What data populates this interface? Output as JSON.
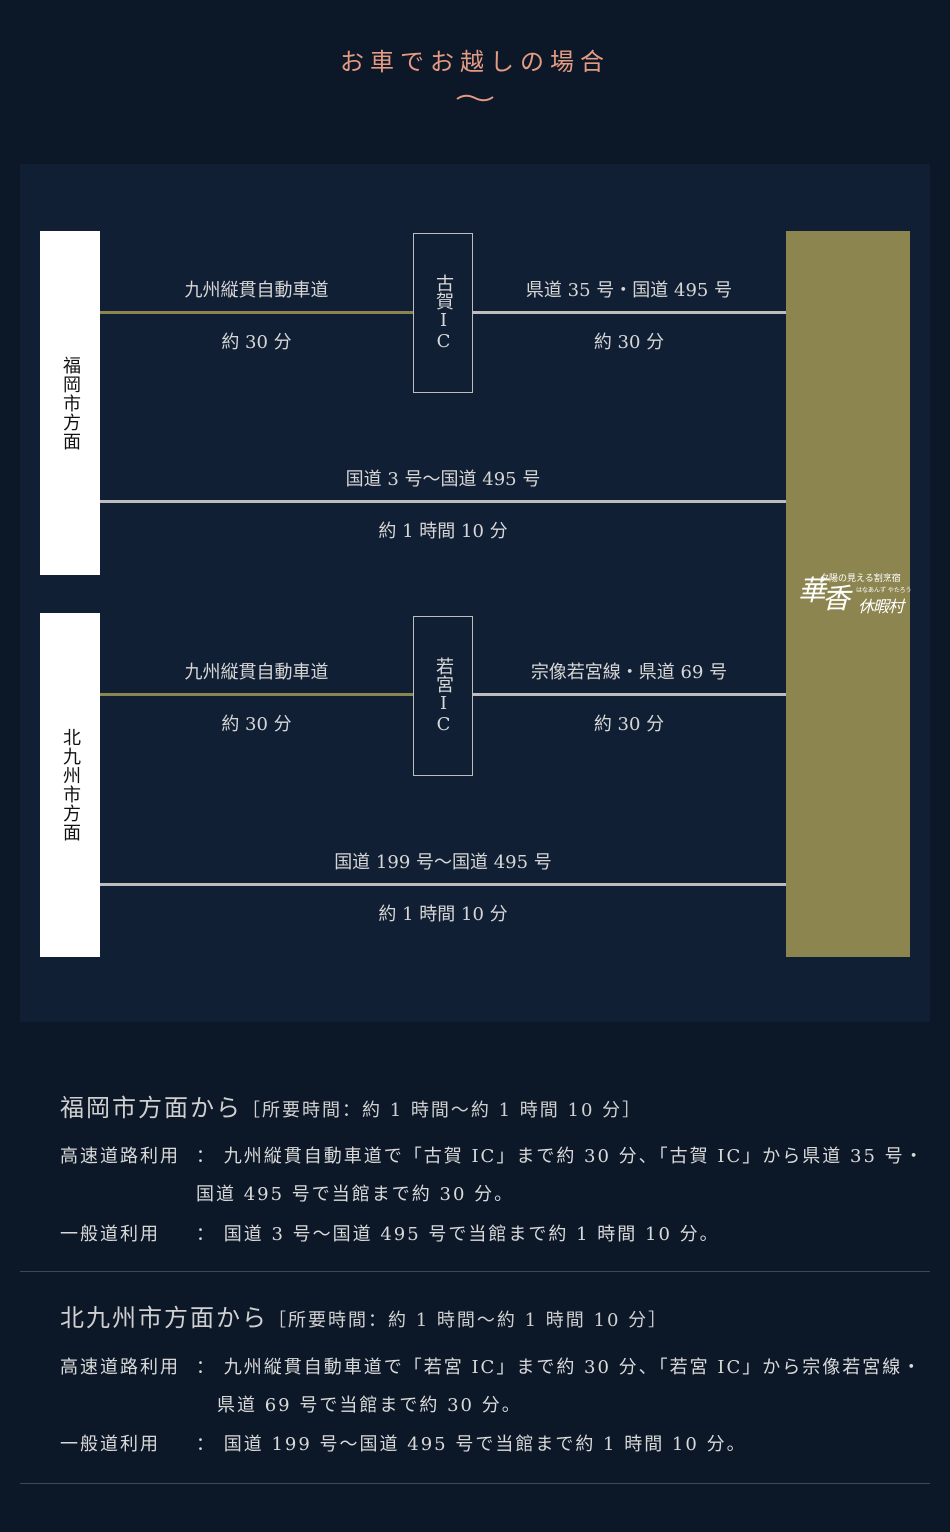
{
  "page_title": "お車でお越しの場合",
  "diagram": {
    "origins": [
      {
        "name": "福岡市方面"
      },
      {
        "name": "北九州市方面"
      }
    ],
    "destination_logo": {
      "tagline": "夕陽の見える割烹宿",
      "name_main": "華",
      "name_second": "香",
      "name_sub": "休暇村",
      "reading": "はなあんず やたろう"
    },
    "fukuoka": {
      "highway_label": "九州縦貫自動車道",
      "highway_time": "約 30 分",
      "ic_label": "古賀IC",
      "local_label": "県道 35 号・国道 495 号",
      "local_time": "約 30 分",
      "general_label": "国道 3 号〜国道 495 号",
      "general_time": "約 1 時間 10 分"
    },
    "kitakyushu": {
      "highway_label": "九州縦貫自動車道",
      "highway_time": "約 30 分",
      "ic_label": "若宮IC",
      "local_label": "宗像若宮線・県道 69 号",
      "local_time": "約 30 分",
      "general_label": "国道 199 号〜国道 495 号",
      "general_time": "約 1 時間 10 分"
    }
  },
  "sections": [
    {
      "heading": "福岡市方面から",
      "duration": "［所要時間：約 1 時間〜約 1 時間 10 分］",
      "highway_label": "高速道路利用",
      "highway_text_1": "：  九州縦貫自動車道で「古賀 IC」まで約 30 分、「古賀 IC」から県道 35 号・",
      "highway_text_2": "国道 495 号で当館まで約 30 分。",
      "general_label": "一般道利用",
      "general_text": "：  国道 3 号〜国道 495 号で当館まで約 1 時間 10 分。"
    },
    {
      "heading": "北九州市方面から",
      "duration": "［所要時間：約 1 時間〜約 1 時間 10 分］",
      "highway_label": "高速道路利用",
      "highway_text_1": "：  九州縦貫自動車道で「若宮 IC」まで約 30 分、「若宮 IC」から宗像若宮線・",
      "highway_text_2": "県道 69 号で当館まで約 30 分。",
      "general_label": "一般道利用",
      "general_text": "：  国道 199 号〜国道 495 号で当館まで約 1 時間 10 分。"
    }
  ],
  "colors": {
    "background": "#0c1727",
    "panel": "#101f33",
    "accent_gold": "#8c8550",
    "title": "#e39b84",
    "line_silver": "#bdbdbd"
  }
}
